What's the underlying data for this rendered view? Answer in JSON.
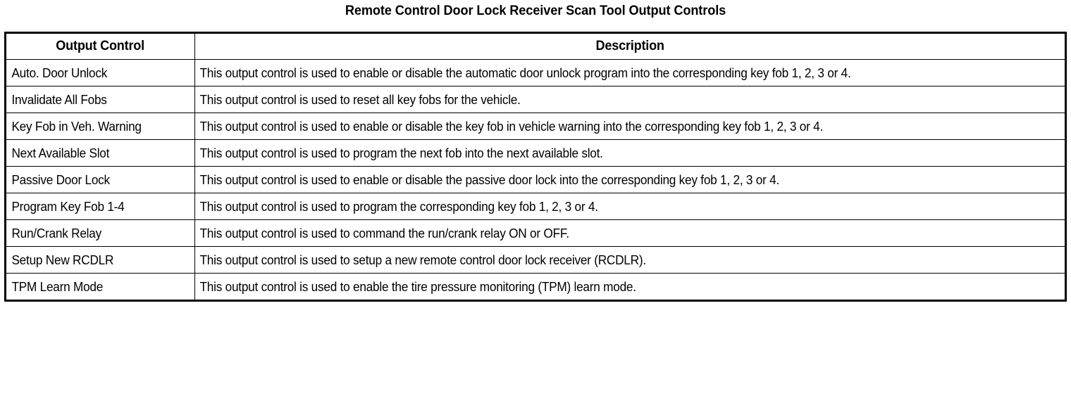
{
  "document": {
    "title": "Remote Control Door Lock Receiver Scan Tool Output Controls"
  },
  "table": {
    "columns": [
      {
        "key": "output_control",
        "header": "Output Control"
      },
      {
        "key": "description",
        "header": "Description"
      }
    ],
    "rows": [
      {
        "output_control": "Auto. Door Unlock",
        "description": "This output control is used to enable or disable the automatic door unlock program into the corresponding key fob 1, 2, 3 or 4."
      },
      {
        "output_control": "Invalidate All Fobs",
        "description": "This output control is used to reset all key fobs for the vehicle."
      },
      {
        "output_control": "Key Fob in Veh. Warning",
        "description": "This output control is used to enable or disable the key fob in vehicle warning into the corresponding key fob 1, 2, 3 or 4."
      },
      {
        "output_control": "Next Available Slot",
        "description": "This output control is used to program the next fob into the next available slot."
      },
      {
        "output_control": "Passive Door Lock",
        "description": "This output control is used to enable or disable the passive door lock into the corresponding key fob 1, 2, 3 or 4."
      },
      {
        "output_control": "Program Key Fob 1-4",
        "description": "This output control is used to program the corresponding key fob 1, 2, 3 or 4."
      },
      {
        "output_control": "Run/Crank Relay",
        "description": "This output control is used to command the run/crank relay ON or OFF."
      },
      {
        "output_control": "Setup New RCDLR",
        "description": "This output control is used to setup a new remote control door lock receiver (RCDLR)."
      },
      {
        "output_control": "TPM Learn Mode",
        "description": "This output control is used to enable the tire pressure monitoring (TPM) learn mode."
      }
    ]
  }
}
